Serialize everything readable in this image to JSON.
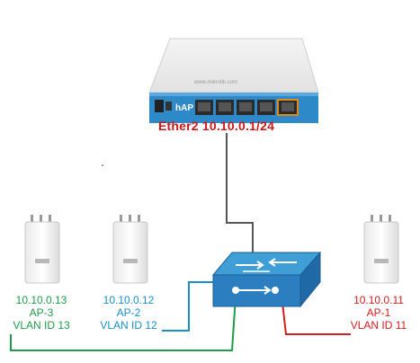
{
  "router": {
    "brand": "hAP",
    "port_label": "Ether2 10.10.0.1/24"
  },
  "access_points": [
    {
      "ip": "10.10.0.13",
      "name": "AP-3",
      "vlan": "VLAN ID 13",
      "color": "#1f9d4a"
    },
    {
      "ip": "10.10.0.12",
      "name": "AP-2",
      "vlan": "VLAN ID 12",
      "color": "#1a8fc9"
    },
    {
      "ip": "10.10.0.11",
      "name": "AP-1",
      "vlan": "VLAN ID 11",
      "color": "#d21f1f"
    }
  ],
  "colors": {
    "router_cable": "#555555",
    "switch_top": "#3f9ed6",
    "switch_front": "#2b7fc0"
  }
}
